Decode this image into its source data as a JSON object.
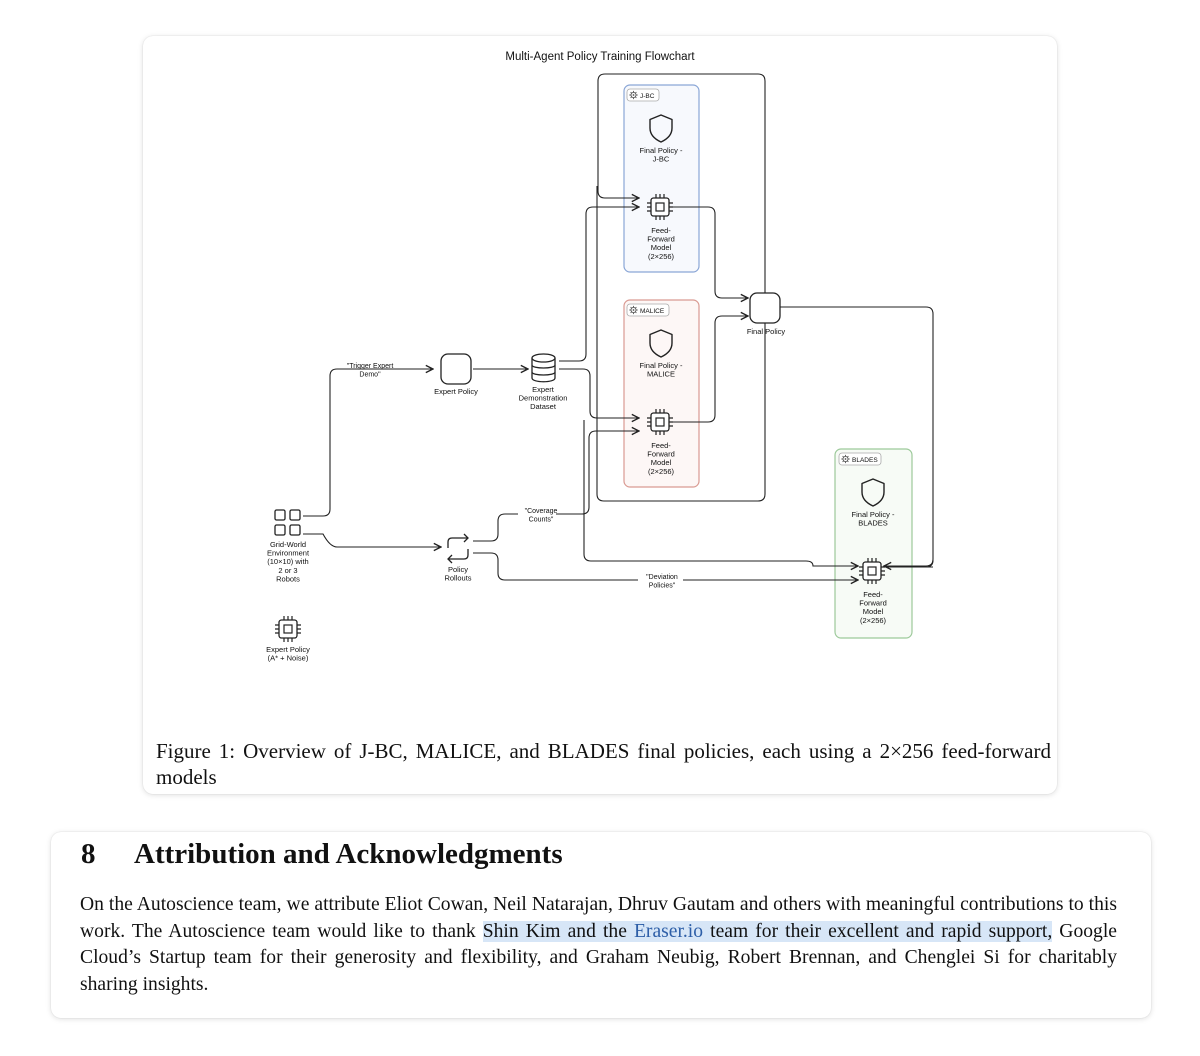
{
  "figure": {
    "title": "Multi-Agent Policy Training Flowchart",
    "groups": {
      "jbc": {
        "tag": "J-BC",
        "policy": [
          "Final Policy -",
          "J-BC"
        ],
        "model": [
          "Feed-",
          "Forward",
          "Model",
          "(2×256)"
        ],
        "color": "#8aa6d6"
      },
      "malice": {
        "tag": "MALICE",
        "policy": [
          "Final Policy -",
          "MALICE"
        ],
        "model": [
          "Feed-",
          "Forward",
          "Model",
          "(2×256)"
        ],
        "color": "#d99a92"
      },
      "blades": {
        "tag": "BLADES",
        "policy": [
          "Final Policy -",
          "BLADES"
        ],
        "model": [
          "Feed-",
          "Forward",
          "Model",
          "(2×256)"
        ],
        "color": "#9cc99a"
      }
    },
    "nodes": {
      "expert_policy": [
        "Expert Policy"
      ],
      "dataset": [
        "Expert",
        "Demonstration",
        "Dataset"
      ],
      "final_policy": [
        "Final Policy"
      ],
      "grid_world": [
        "Grid-World",
        "Environment",
        "(10×10) with",
        "2 or 3",
        "Robots"
      ],
      "rollouts": [
        "Policy",
        "Rollouts"
      ],
      "expert_noise": [
        "Expert Policy",
        "(A* + Noise)"
      ]
    },
    "edge_labels": {
      "trigger": [
        "\"Trigger Expert",
        "Demo\""
      ],
      "coverage": [
        "\"Coverage",
        "Counts\""
      ],
      "deviation": [
        "\"Deviation",
        "Policies\""
      ]
    },
    "caption": "Figure 1:  Overview of J-BC, MALICE, and BLADES final policies, each using a 2×256 feed-forward models"
  },
  "section": {
    "number": "8",
    "title": "Attribution and Acknowledgments",
    "para_before": "On the Autoscience team, we attribute Eliot Cowan, Neil Natarajan, Dhruv Gautam and others with meaningful contributions to this work.  The Autoscience team would like to thank ",
    "hl_pre": "Shin Kim and the ",
    "hl_link": "Eraser.io",
    "hl_post": " team for their excellent and rapid support,",
    "para_after": " Google Cloud’s Startup team for their generosity and flexibility, and Graham Neubig, Robert Brennan, and Chenglei Si for charitably sharing insights."
  }
}
